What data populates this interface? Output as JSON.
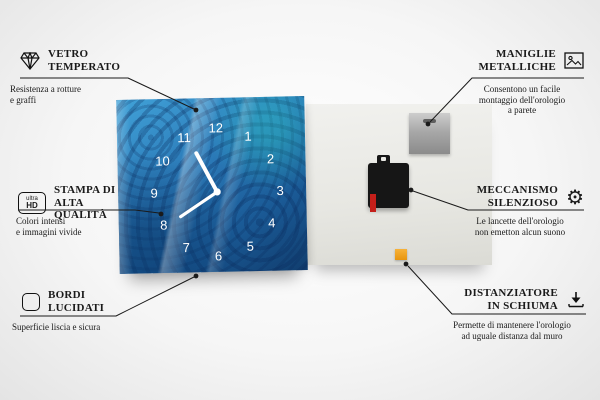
{
  "clock": {
    "numbers": [
      "12",
      "1",
      "2",
      "3",
      "4",
      "5",
      "6",
      "7",
      "8",
      "9",
      "10",
      "11"
    ]
  },
  "callouts": {
    "vetro_temperato": {
      "title": "VETRO\nTEMPERATO",
      "desc": "Resistenza a rotture\ne graffi"
    },
    "stampa": {
      "title": "STAMPA DI\nALTA QUALITÀ",
      "desc": "Colori intensi\ne immagini vivide",
      "icon_top": "ultra",
      "icon_bottom": "HD"
    },
    "bordi": {
      "title": "BORDI\nLUCIDATI",
      "desc": "Superficie liscia e sicura"
    },
    "maniglie": {
      "title": "MANIGLIE\nMETALLICHE",
      "desc": "Consentono un facile\nmontaggio dell'orologio\na parete"
    },
    "meccanismo": {
      "title": "MECCANISMO\nSILENZIOSO",
      "desc": "Le lancette dell'orologio\nnon emetton alcun suono",
      "gear_glyph": "⚙"
    },
    "distanziatore": {
      "title": "DISTANZIATORE\nIN SCHIUMA",
      "desc": "Permette di mantenere l'orologio\nad uguale distanza dal muro"
    }
  },
  "colors": {
    "line": "#1a1a1a",
    "foam_accent": "#f0a028",
    "clock_blue": "#2b7ab8",
    "mechanism_red": "#c41f1a"
  }
}
